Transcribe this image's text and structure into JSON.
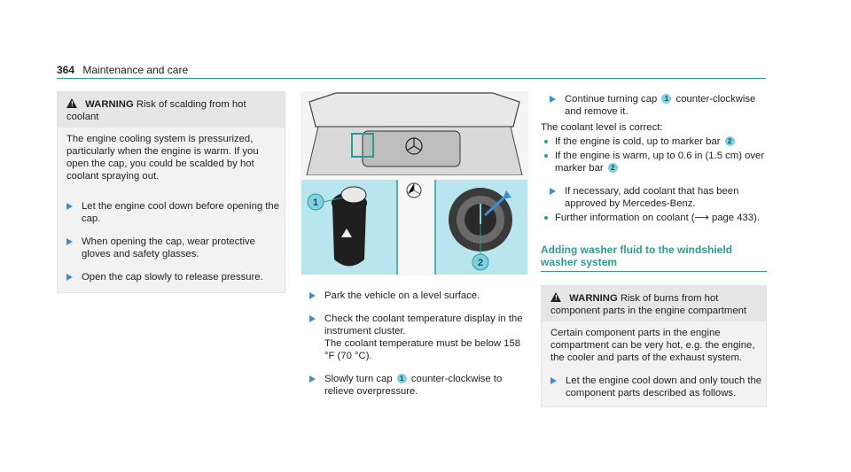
{
  "header": {
    "page_number": "364",
    "section": "Maintenance and care"
  },
  "left": {
    "warning": {
      "label": "WARNING",
      "title": "Risk of scalding from hot coolant",
      "body": "The engine cooling system is pressurized, particularly when the engine is warm. If you open the cap, you could be scalded by hot coolant spraying out."
    },
    "steps": [
      "Let the engine cool down before opening the cap.",
      "When opening the cap, wear protective gloves and safety glasses.",
      "Open the cap slowly to release pressure."
    ]
  },
  "figure": {
    "callout_1": "1",
    "callout_2": "2"
  },
  "middle": {
    "step1": "Park the vehicle on a level surface.",
    "step2_line1": "Check the coolant temperature display in the instrument cluster.",
    "step2_line2": "The coolant temperature must be below 158 °F (70 °C).",
    "step3_a": "Slowly turn cap",
    "step3_b": "counter-clockwise to relieve overpressure."
  },
  "right": {
    "step4_a": "Continue turning cap",
    "step4_b": "counter-clockwise and remove it.",
    "level_intro": "The coolant level is correct:",
    "bullet1": "If the engine is cold, up to marker bar",
    "bullet2": "If the engine is warm, up to 0.6 in (1.5 cm) over marker bar",
    "step5": "If necessary, add coolant that has been approved by Mercedes-Benz.",
    "bullet3": "Further information on coolant (",
    "bullet3_ref": "page 433).",
    "section_title": "Adding washer fluid to the windshield washer system",
    "warning": {
      "label": "WARNING",
      "title": "Risk of burns from hot component parts in the engine compartment",
      "body": "Certain component parts in the engine compartment can be very hot, e.g. the engine, the cooler and parts of the exhaust system."
    },
    "step6": "Let the engine cool down and only touch the component parts described as follows."
  },
  "colors": {
    "accent": "#2a9c93",
    "arrow": "#3b8fd0",
    "figure_bg": "#b9e6ee"
  }
}
